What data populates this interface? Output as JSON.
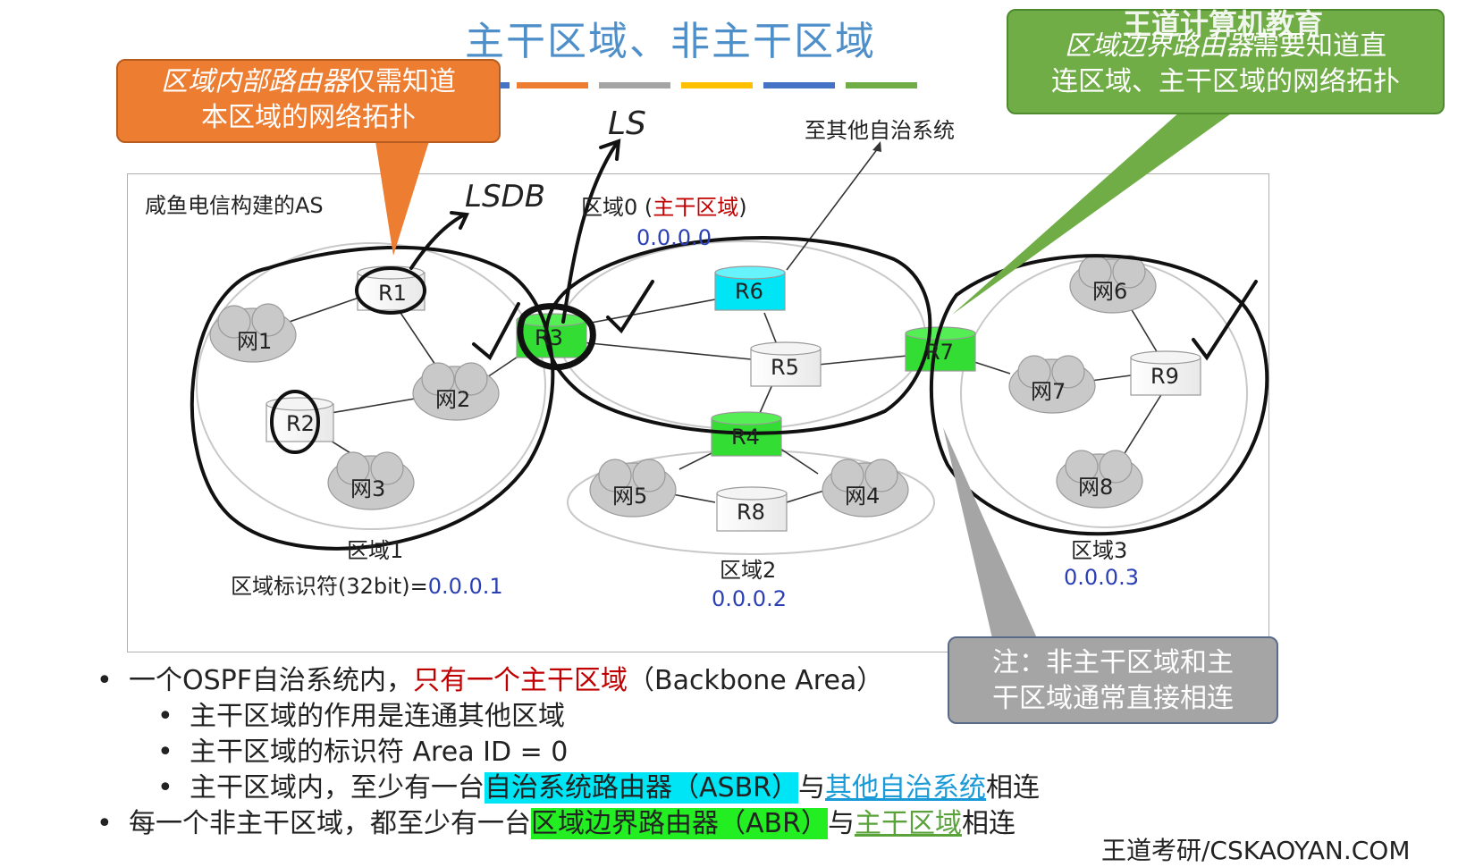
{
  "title": "主干区域、非主干区域",
  "colors": {
    "accent_title": "#4e8fc9",
    "area0_router": "#00e5f5",
    "border_router": "#33dd33",
    "orange": "#ed7d31",
    "green": "#70ad47",
    "gray": "#a5a5a5"
  },
  "callouts": {
    "internal_em": "区域内部路由器",
    "internal_rest1": "仅需知道",
    "internal_rest2": "本区域的网络拓扑",
    "abr_em": "区域边界路由器",
    "abr_rest1": "需要知道直",
    "abr_rest2": "连区域、主干区域的网络拓扑",
    "note_line1": "注：非主干区域和主",
    "note_line2": "干区域通常直接相连"
  },
  "logo": "王道计算机教育",
  "diagram": {
    "as_label": "咸鱼电信构建的AS",
    "to_other_as": "至其他自治系统",
    "handwriting_lsdb": "LSDB",
    "handwriting_ls": "LS",
    "area0_prefix": "区域0 (",
    "area0_backbone": "主干区域",
    "area0_suffix": ")",
    "area0_id": "0.0.0.0",
    "area1_label": "区域1",
    "area1_id_prefix": "区域标识符(32bit)=",
    "area1_id": "0.0.0.1",
    "area2_label": "区域2",
    "area2_id": "0.0.0.2",
    "area3_label": "区域3",
    "area3_id": "0.0.0.3",
    "routers": [
      "R1",
      "R2",
      "R3",
      "R4",
      "R5",
      "R6",
      "R7",
      "R8",
      "R9"
    ],
    "networks": [
      "网1",
      "网2",
      "网3",
      "网4",
      "网5",
      "网6",
      "网7",
      "网8"
    ]
  },
  "bullets": {
    "b1_a": "一个OSPF自治系统内，",
    "b1_red": "只有一个主干区域",
    "b1_b": "（Backbone Area）",
    "s1": "主干区域的作用是连通其他区域",
    "s2": "主干区域的标识符 Area ID = 0",
    "s3_a": "主干区域内，至少有一台",
    "s3_hl": "自治系统路由器（ASBR）",
    "s3_b": "与",
    "s3_link": "其他自治系统",
    "s3_c": "相连",
    "b2_a": "每一个非主干区域，都至少有一台",
    "b2_hl": "区域边界路由器（ABR）",
    "b2_b": "与",
    "b2_link": "主干区域",
    "b2_c": "相连"
  },
  "watermark": "王道考研/CSKAOYAN.COM"
}
